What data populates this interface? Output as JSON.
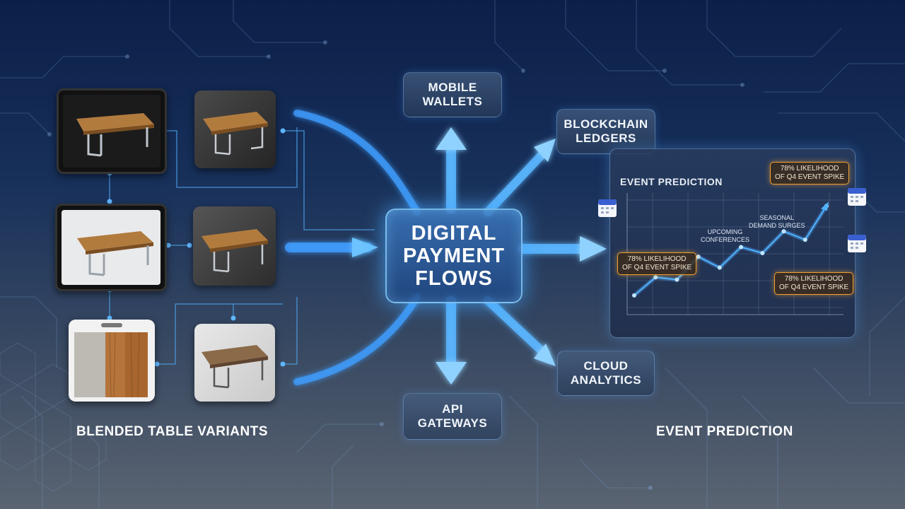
{
  "center": {
    "line1": "DIGITAL",
    "line2": "PAYMENT",
    "line3": "FLOWS"
  },
  "nodes": {
    "mobile": {
      "line1": "MOBILE",
      "line2": "WALLETS"
    },
    "blockchain": {
      "line1": "BLOCKCHAIN",
      "line2": "LEDGERS"
    },
    "cloud": {
      "line1": "CLOUD",
      "line2": "ANALYTICS"
    },
    "api": {
      "line1": "API",
      "line2": "GATEWAYS"
    }
  },
  "left_caption": "BLENDED TABLE VARIANTS",
  "right_caption": "EVENT PREDICTION",
  "chart": {
    "title": "EVENT PREDICTION",
    "annot_seasonal": "SEASONAL\nDEMAND SURGES",
    "annot_upcoming": "UPCOMING\nCONFERENCES",
    "callout_top": "78% LIKELIHOOD\nOF Q4 EVENT SPIKE",
    "callout_left": "78% LIKELIHOOD\nOF Q4 EVENT SPIKE",
    "callout_right": "78% LIKELIHOOD\nOF Q4 EVENT SPIKE"
  },
  "chart_data": {
    "type": "line",
    "title": "EVENT PREDICTION",
    "x": [
      1,
      2,
      3,
      4,
      5,
      6,
      7,
      8,
      9,
      10
    ],
    "series": [
      {
        "values": [
          1.0,
          2.5,
          2.3,
          4.2,
          3.3,
          5.0,
          4.5,
          6.3,
          5.6,
          8.4
        ]
      }
    ]
  },
  "colors": {
    "accent": "#4fb3ff",
    "callout": "#f0a030"
  }
}
